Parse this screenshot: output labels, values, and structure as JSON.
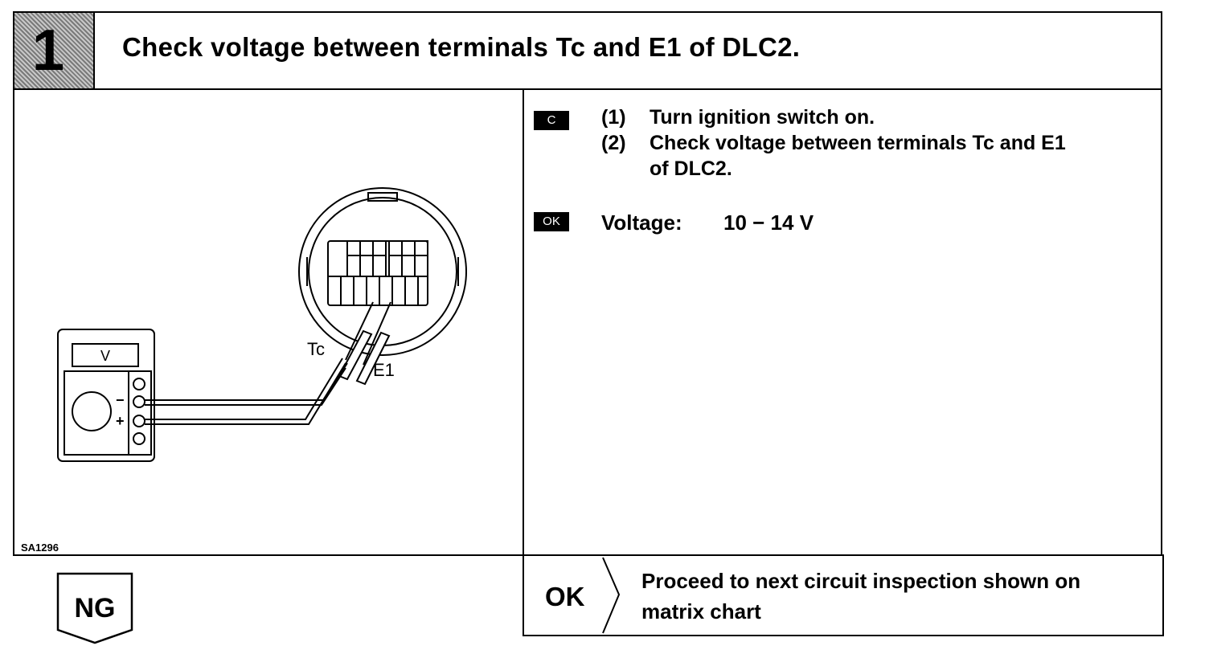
{
  "header": {
    "step_number": "1",
    "title": "Check voltage between terminals Tc and E1 of DLC2."
  },
  "diagram": {
    "meter_label": "V",
    "minus_sign": "−",
    "plus_sign": "+",
    "terminal_tc": "Tc",
    "terminal_e1": "E1",
    "figure_code": "SA1296"
  },
  "instructions": {
    "condition_tag": "C",
    "steps": [
      {
        "num": "(1)",
        "text": "Turn ignition switch on."
      },
      {
        "num": "(2)",
        "text_line1": "Check voltage between terminals Tc and E1",
        "text_line2": "of DLC2."
      }
    ],
    "ok_tag": "OK",
    "spec_label": "Voltage:",
    "spec_value": "10 − 14 V"
  },
  "result": {
    "ng_label": "NG",
    "ok_label": "OK",
    "ok_line1": "Proceed to next circuit inspection shown on",
    "ok_line2": "matrix chart"
  }
}
